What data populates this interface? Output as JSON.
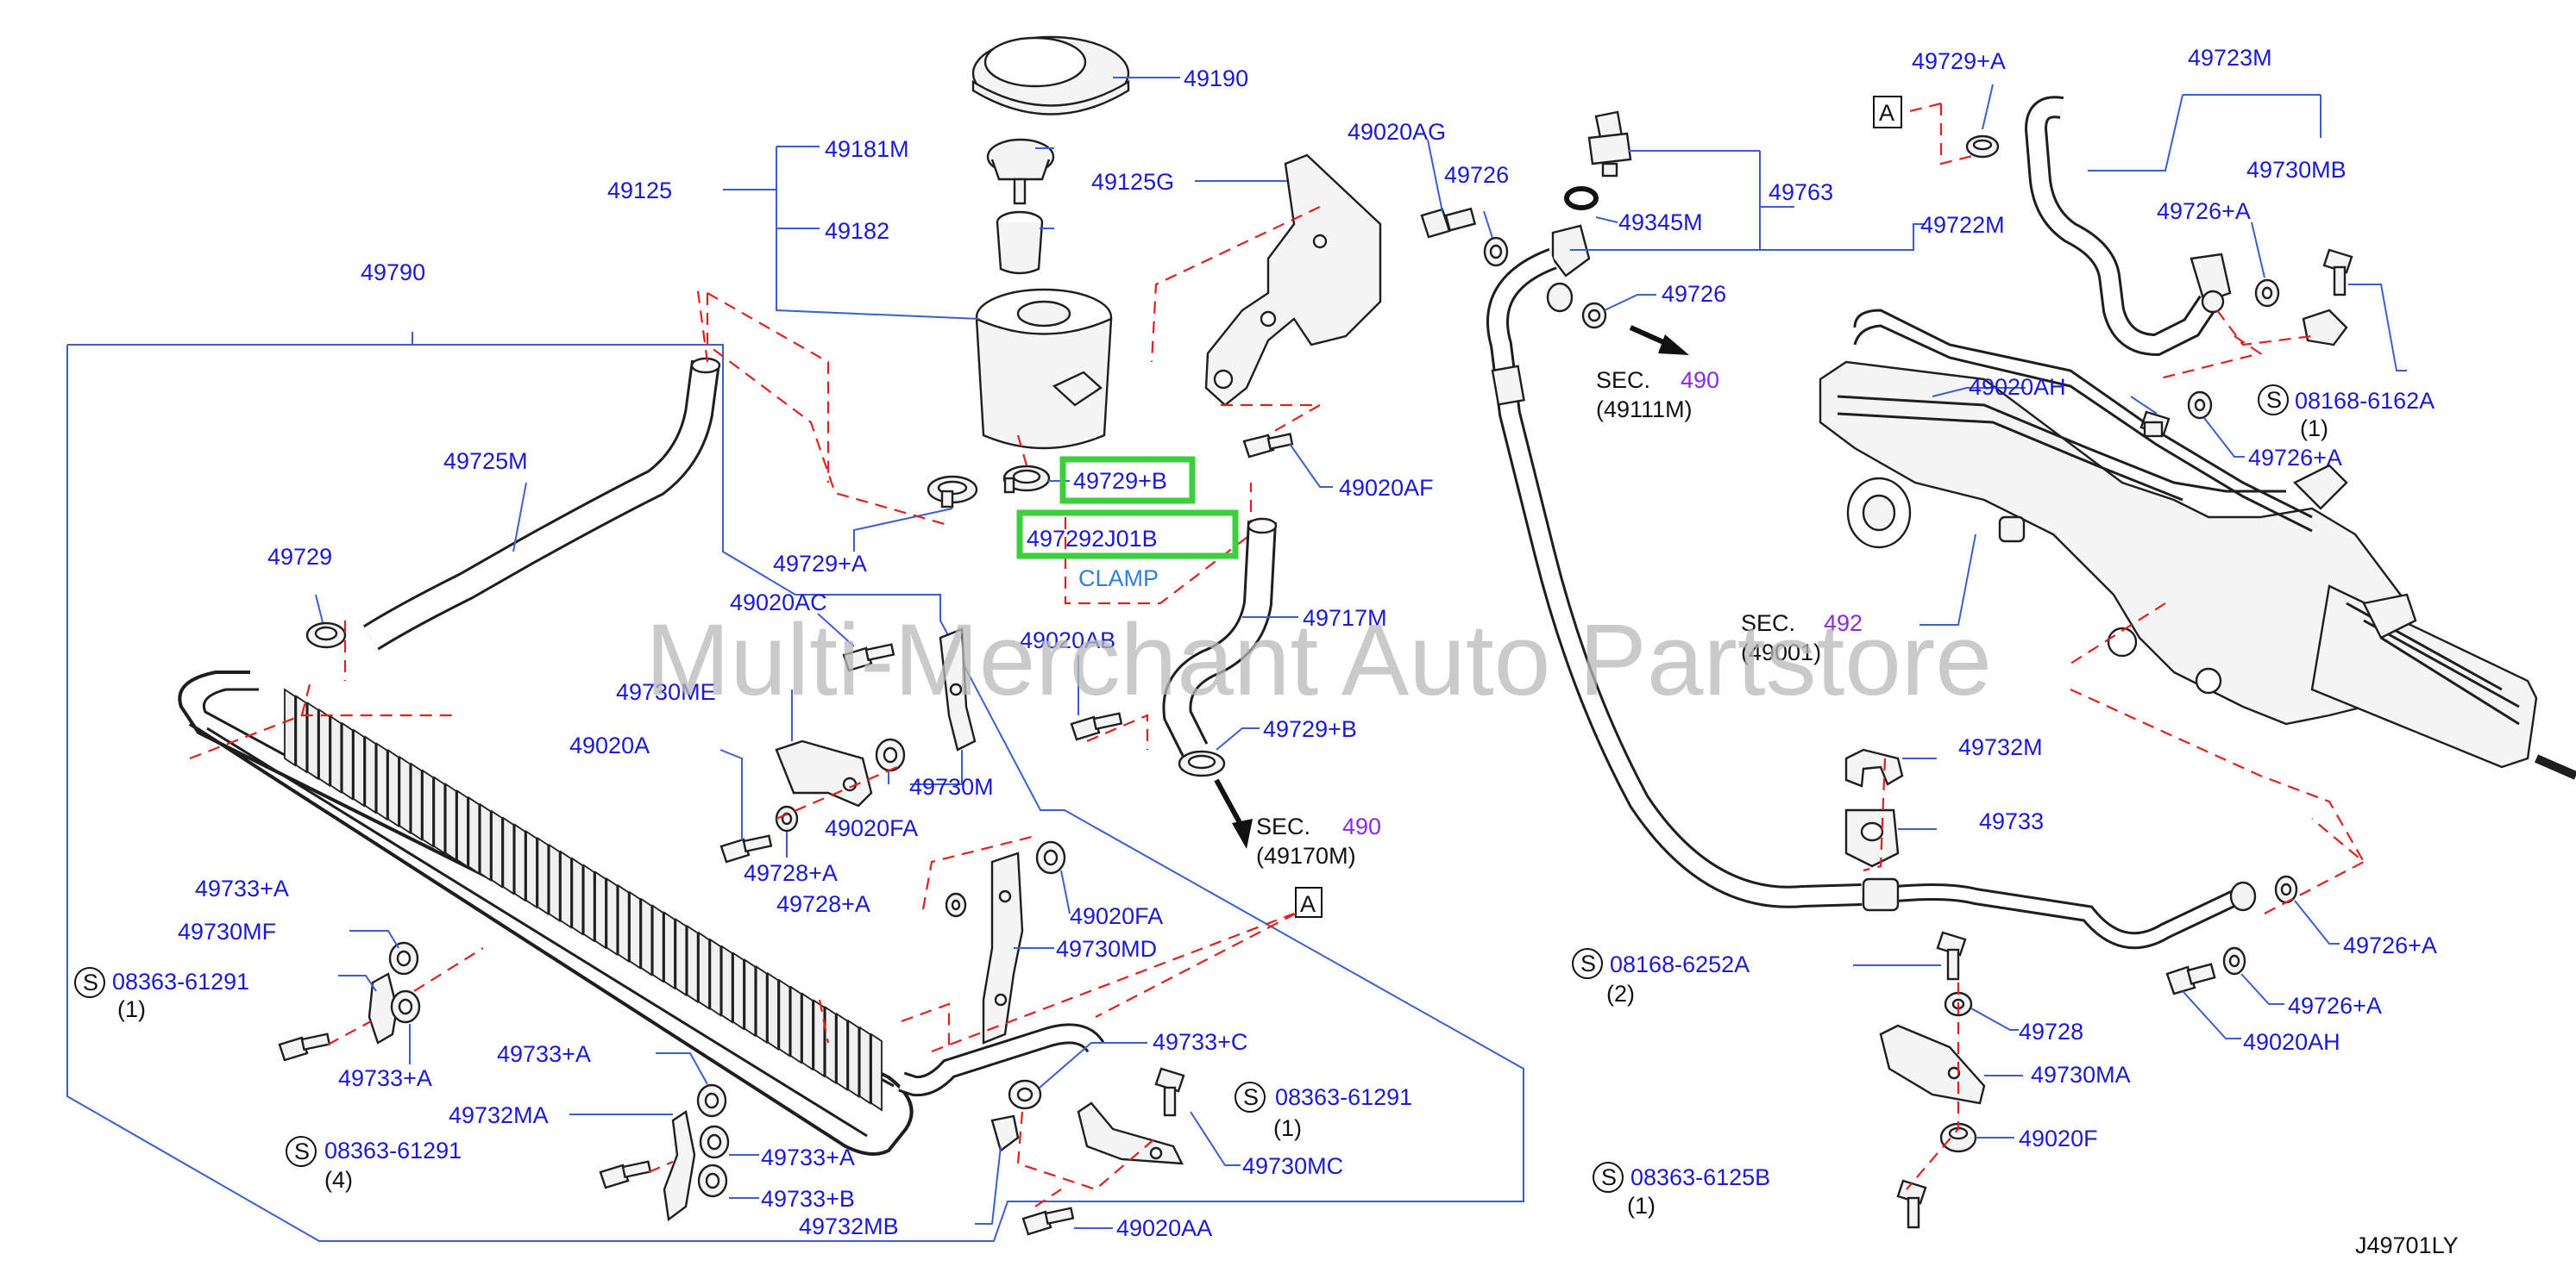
{
  "diagram": {
    "watermark": "Multi-Merchant Auto Partstore",
    "code": "J49701LY",
    "highlight": {
      "part": "49729+B",
      "number": "497292J01B",
      "name": "CLAMP"
    },
    "sections": [
      {
        "id": "sec-490-a",
        "prefix": "SEC.",
        "num": "490",
        "sub": "(49111M)"
      },
      {
        "id": "sec-490-b",
        "prefix": "SEC.",
        "num": "490",
        "sub": "(49170M)"
      },
      {
        "id": "sec-492",
        "prefix": "SEC.",
        "num": "492",
        "sub": "(49001)"
      }
    ],
    "ref_a": "A",
    "labels": {
      "p49190": "49190",
      "p49181M": "49181M",
      "p49125": "49125",
      "p49182": "49182",
      "p49125G": "49125G",
      "p49020AG": "49020AG",
      "p49726a": "49726",
      "p49790": "49790",
      "p49725M": "49725M",
      "p49729+B_top": "49729+B",
      "p49020AF": "49020AF",
      "p49729+A_mid": "49729+A",
      "p49729": "49729",
      "p49020AC": "49020AC",
      "p49717M": "49717M",
      "p49020AB": "49020AB",
      "p49730ME": "49730ME",
      "p49729+B_low": "49729+B",
      "p49020A": "49020A",
      "p49730M": "49730M",
      "p49020FA_a": "49020FA",
      "p49728+A_a": "49728+A",
      "p49728+A_b": "49728+A",
      "p49020FA_b": "49020FA",
      "p49730MD": "49730MD",
      "p49733+A_a": "49733+A",
      "p49730MF": "49730MF",
      "p08363-61291_a": "08363-61291",
      "q1_a": "(1)",
      "p49733+A_b": "49733+A",
      "p49733+A_c": "49733+A",
      "p49732MA": "49732MA",
      "p08363-61291_b": "08363-61291",
      "q4": "(4)",
      "p49733+A_d": "49733+A",
      "p49733+B": "49733+B",
      "p49732MB": "49732MB",
      "p49733+C": "49733+C",
      "p08363-61291_c": "08363-61291",
      "q1_c": "(1)",
      "p49730MC": "49730MC",
      "p49020AA": "49020AA",
      "p49763": "49763",
      "p49345M": "49345M",
      "p49722M": "49722M",
      "p49726b": "49726",
      "p49729+A_top": "49729+A",
      "p49723M": "49723M",
      "p49730MB": "49730MB",
      "p49726+A_top": "49726+A",
      "p49020AH_top": "49020AH",
      "p08168-6162A": "08168-6162A",
      "q1_d": "(1)",
      "p49726+A_mid": "49726+A",
      "p49732M": "49732M",
      "p49733": "49733",
      "p08168-6252A": "08168-6252A",
      "q2": "(2)",
      "p49726+A_r1": "49726+A",
      "p49726+A_r2": "49726+A",
      "p49020AH_bot": "49020AH",
      "p49728": "49728",
      "p49730MA": "49730MA",
      "p49020F": "49020F",
      "p08363-6125B": "08363-6125B",
      "q1_e": "(1)"
    },
    "screw_mark": "S",
    "colors": {
      "label": "#1a1ad6",
      "leader": "#3b5fd0",
      "dash": "#e0201e",
      "section_num": "#8a2be2",
      "highlight": "#3ccf3c",
      "line": "#1e1e1e"
    }
  }
}
